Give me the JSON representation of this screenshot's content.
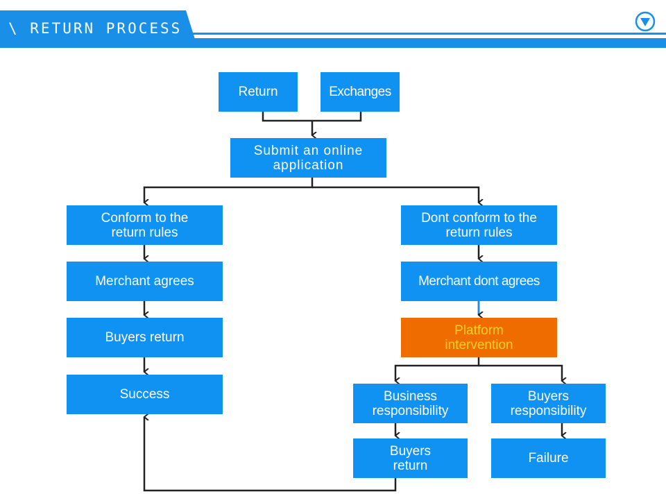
{
  "header": {
    "title": "\\ RETURN PROCESS",
    "icon": "dropdown-triangle-icon",
    "accent_color": "#1a8fe8"
  },
  "nodes": {
    "return": "Return",
    "exchanges": "Exchanges",
    "submit": "Submit an online application",
    "conform": "Conform to the return rules",
    "dont_conform": "Dont conform to the return rules",
    "merchant_agrees": "Merchant agrees",
    "merchant_dont_agrees": "Merchant dont agrees",
    "buyers_return_left": "Buyers return",
    "platform_intervention": "Platform intervention",
    "success": "Success",
    "business_responsibility": "Business responsibility",
    "buyers_responsibility": "Buyers responsibility",
    "buyers_return_right": "Buyers return",
    "failure": "Failure"
  },
  "colors": {
    "box": "#0f92f2",
    "highlight_box": "#ee6c00",
    "highlight_text": "#ffd21f",
    "connector": "#222222"
  }
}
